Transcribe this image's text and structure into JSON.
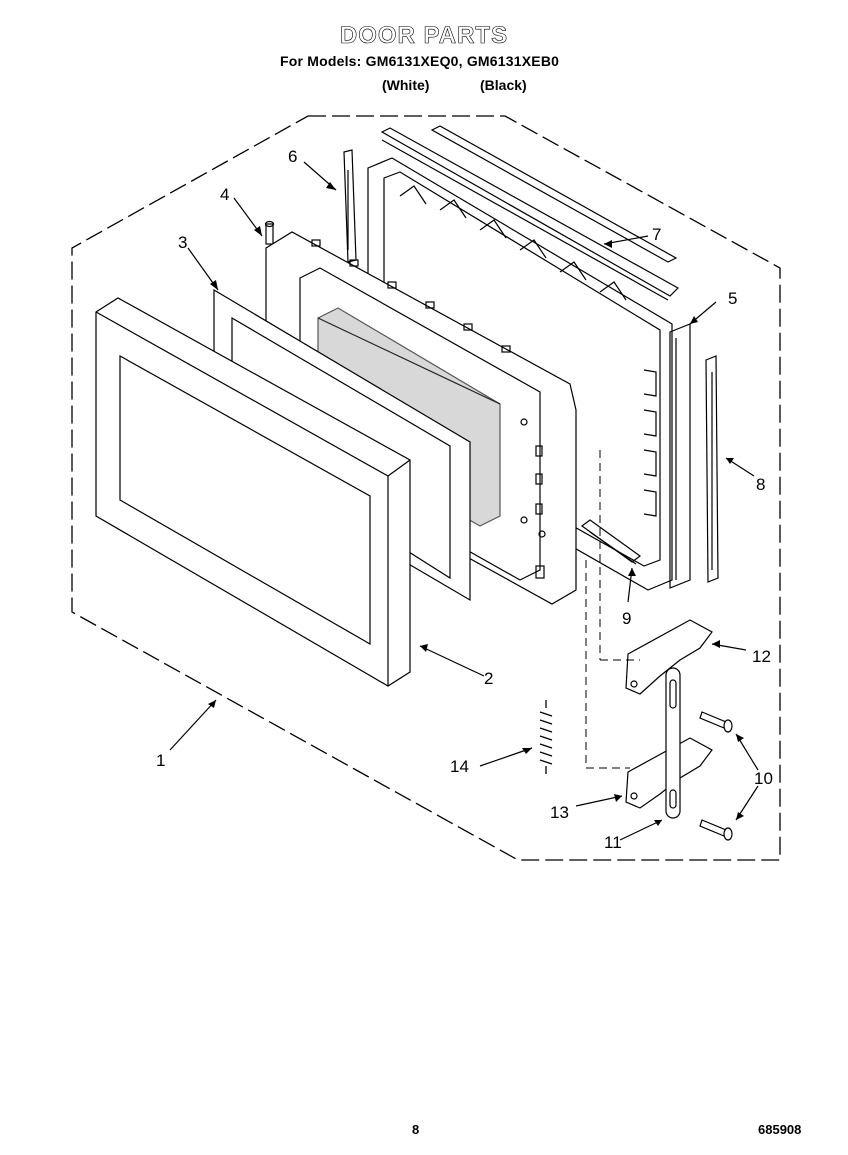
{
  "header": {
    "title": "DOOR PARTS",
    "models_line": "For Models: GM6131XEQ0, GM6131XEB0",
    "variant_white": "(White)",
    "variant_black": "(Black)"
  },
  "callouts": [
    "1",
    "2",
    "3",
    "4",
    "5",
    "6",
    "7",
    "8",
    "9",
    "10",
    "11",
    "12",
    "13",
    "14"
  ],
  "footer": {
    "page_number": "8",
    "doc_number": "685908"
  }
}
